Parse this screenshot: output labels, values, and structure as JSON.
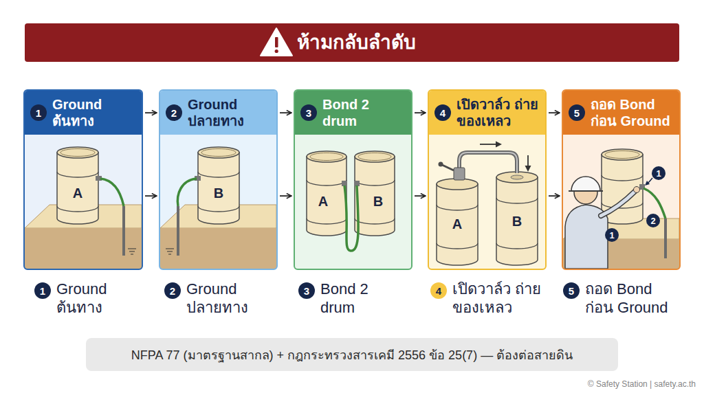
{
  "diagram": {
    "title": "ห้ามกลับลำดับ",
    "nodes": [
      {
        "text": [
          "1",
          "Ground ต้นทาง"
        ]
      },
      {
        "text": [
          "2",
          "Ground ปลายทาง"
        ]
      },
      {
        "text": [
          "3",
          "Bond 2 drum"
        ]
      },
      {
        "text": [
          "4",
          "เปิดวาล์ว ถ่ายของเหลว"
        ]
      },
      {
        "text": [
          "5",
          "ถอด Bond ก่อน Ground"
        ]
      },
      {
        "text": [
          "NFPA 77 (มาตรฐานสากล) + กฎกระทรวงสารเคมี 2556 ข้อ 25(7) — ต้องต่อสายดิน"
        ]
      }
    ],
    "edges": [
      {
        "from": 0,
        "to": 1,
        "arrow": "to"
      },
      {
        "from": 1,
        "to": 2,
        "arrow": "to"
      },
      {
        "from": 2,
        "to": 3,
        "arrow": "to"
      },
      {
        "from": 3,
        "to": 4,
        "arrow": "to"
      },
      {
        "from": 0,
        "to": 1,
        "arrow": "to"
      },
      {
        "from": 1,
        "to": 2,
        "arrow": "to"
      },
      {
        "from": 2,
        "to": 3,
        "arrow": "to"
      },
      {
        "from": 3,
        "to": 4,
        "arrow": "to"
      }
    ],
    "labels": [
      "A",
      "B",
      "A",
      "B",
      "A",
      "B",
      "1",
      "2",
      "1",
      "1",
      "Ground ต้นทาง",
      "2",
      "Ground ปลายทาง",
      "3",
      "Bond 2 drum",
      "4",
      "เปิดวาล์ว ถ่ายของเหลว",
      "5",
      "ถอด Bond ก่อน Ground",
      "© Safety Station | safety.ac.th"
    ]
  }
}
